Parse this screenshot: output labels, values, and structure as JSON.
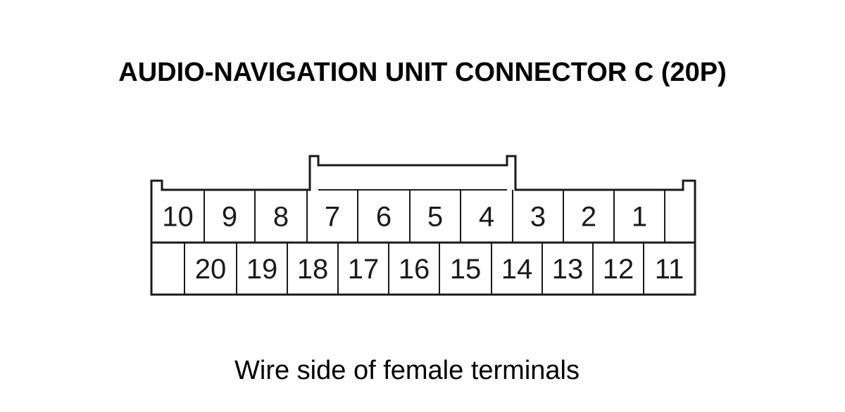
{
  "title": "AUDIO-NAVIGATION UNIT CONNECTOR C (20P)",
  "caption": "Wire side of female terminals",
  "connector": {
    "top_row": [
      "10",
      "9",
      "8",
      "7",
      "6",
      "5",
      "4",
      "3",
      "2",
      "1"
    ],
    "bottom_row": [
      "20",
      "19",
      "18",
      "17",
      "16",
      "15",
      "14",
      "13",
      "12",
      "11"
    ],
    "line_color": "#1a1a1a",
    "fill_color": "#ffffff"
  }
}
